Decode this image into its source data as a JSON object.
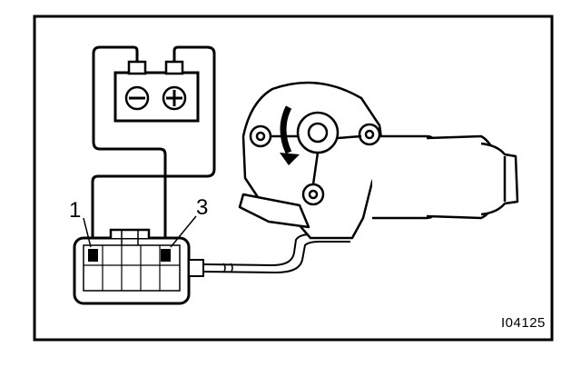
{
  "labels": {
    "pin_1": "1",
    "pin_3": "3",
    "figure_id": "I04125"
  },
  "battery": {
    "negative_symbol": "⊖",
    "positive_symbol": "⊕"
  },
  "colors": {
    "ink": "#000000",
    "paper": "#ffffff"
  }
}
